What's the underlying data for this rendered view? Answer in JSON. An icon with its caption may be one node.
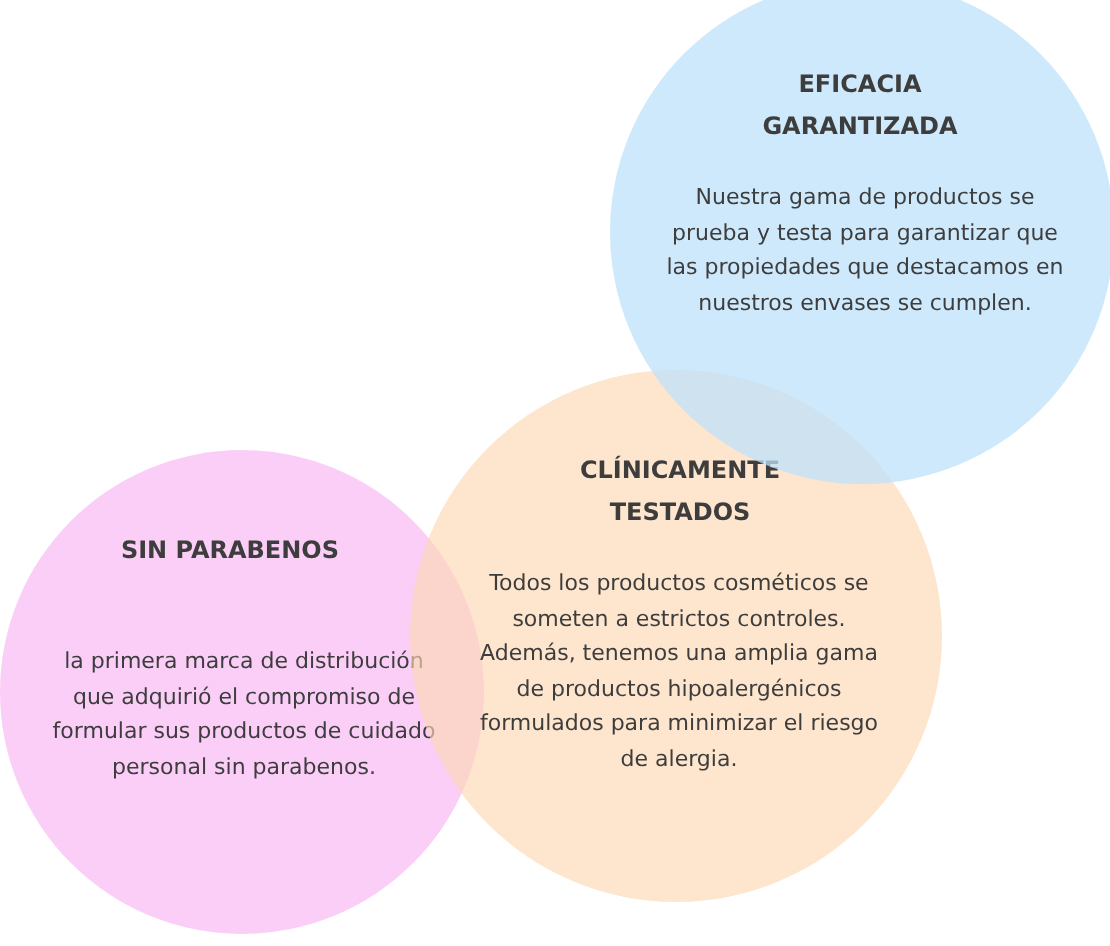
{
  "diagram": {
    "nodes": [
      {
        "text": [
          "EFICACIA GARANTIZADA",
          "Nuestra gama de productos se prueba y testa para garantizar que las propiedades que destacamos en nuestros envases se cumplen."
        ]
      },
      {
        "text": [
          "CLÍNICAMENTE TESTADOS",
          "Todos los productos cosméticos se someten a estrictos controles. Además, tenemos una amplia gama de productos hipoalergénicos formulados para minimizar el riesgo de alergia."
        ]
      },
      {
        "text": [
          "SIN PARABENOS",
          "la primera marca de distribución que adquirió el compromiso de formular sus productos de cuidado personal sin parabenos."
        ]
      }
    ]
  }
}
